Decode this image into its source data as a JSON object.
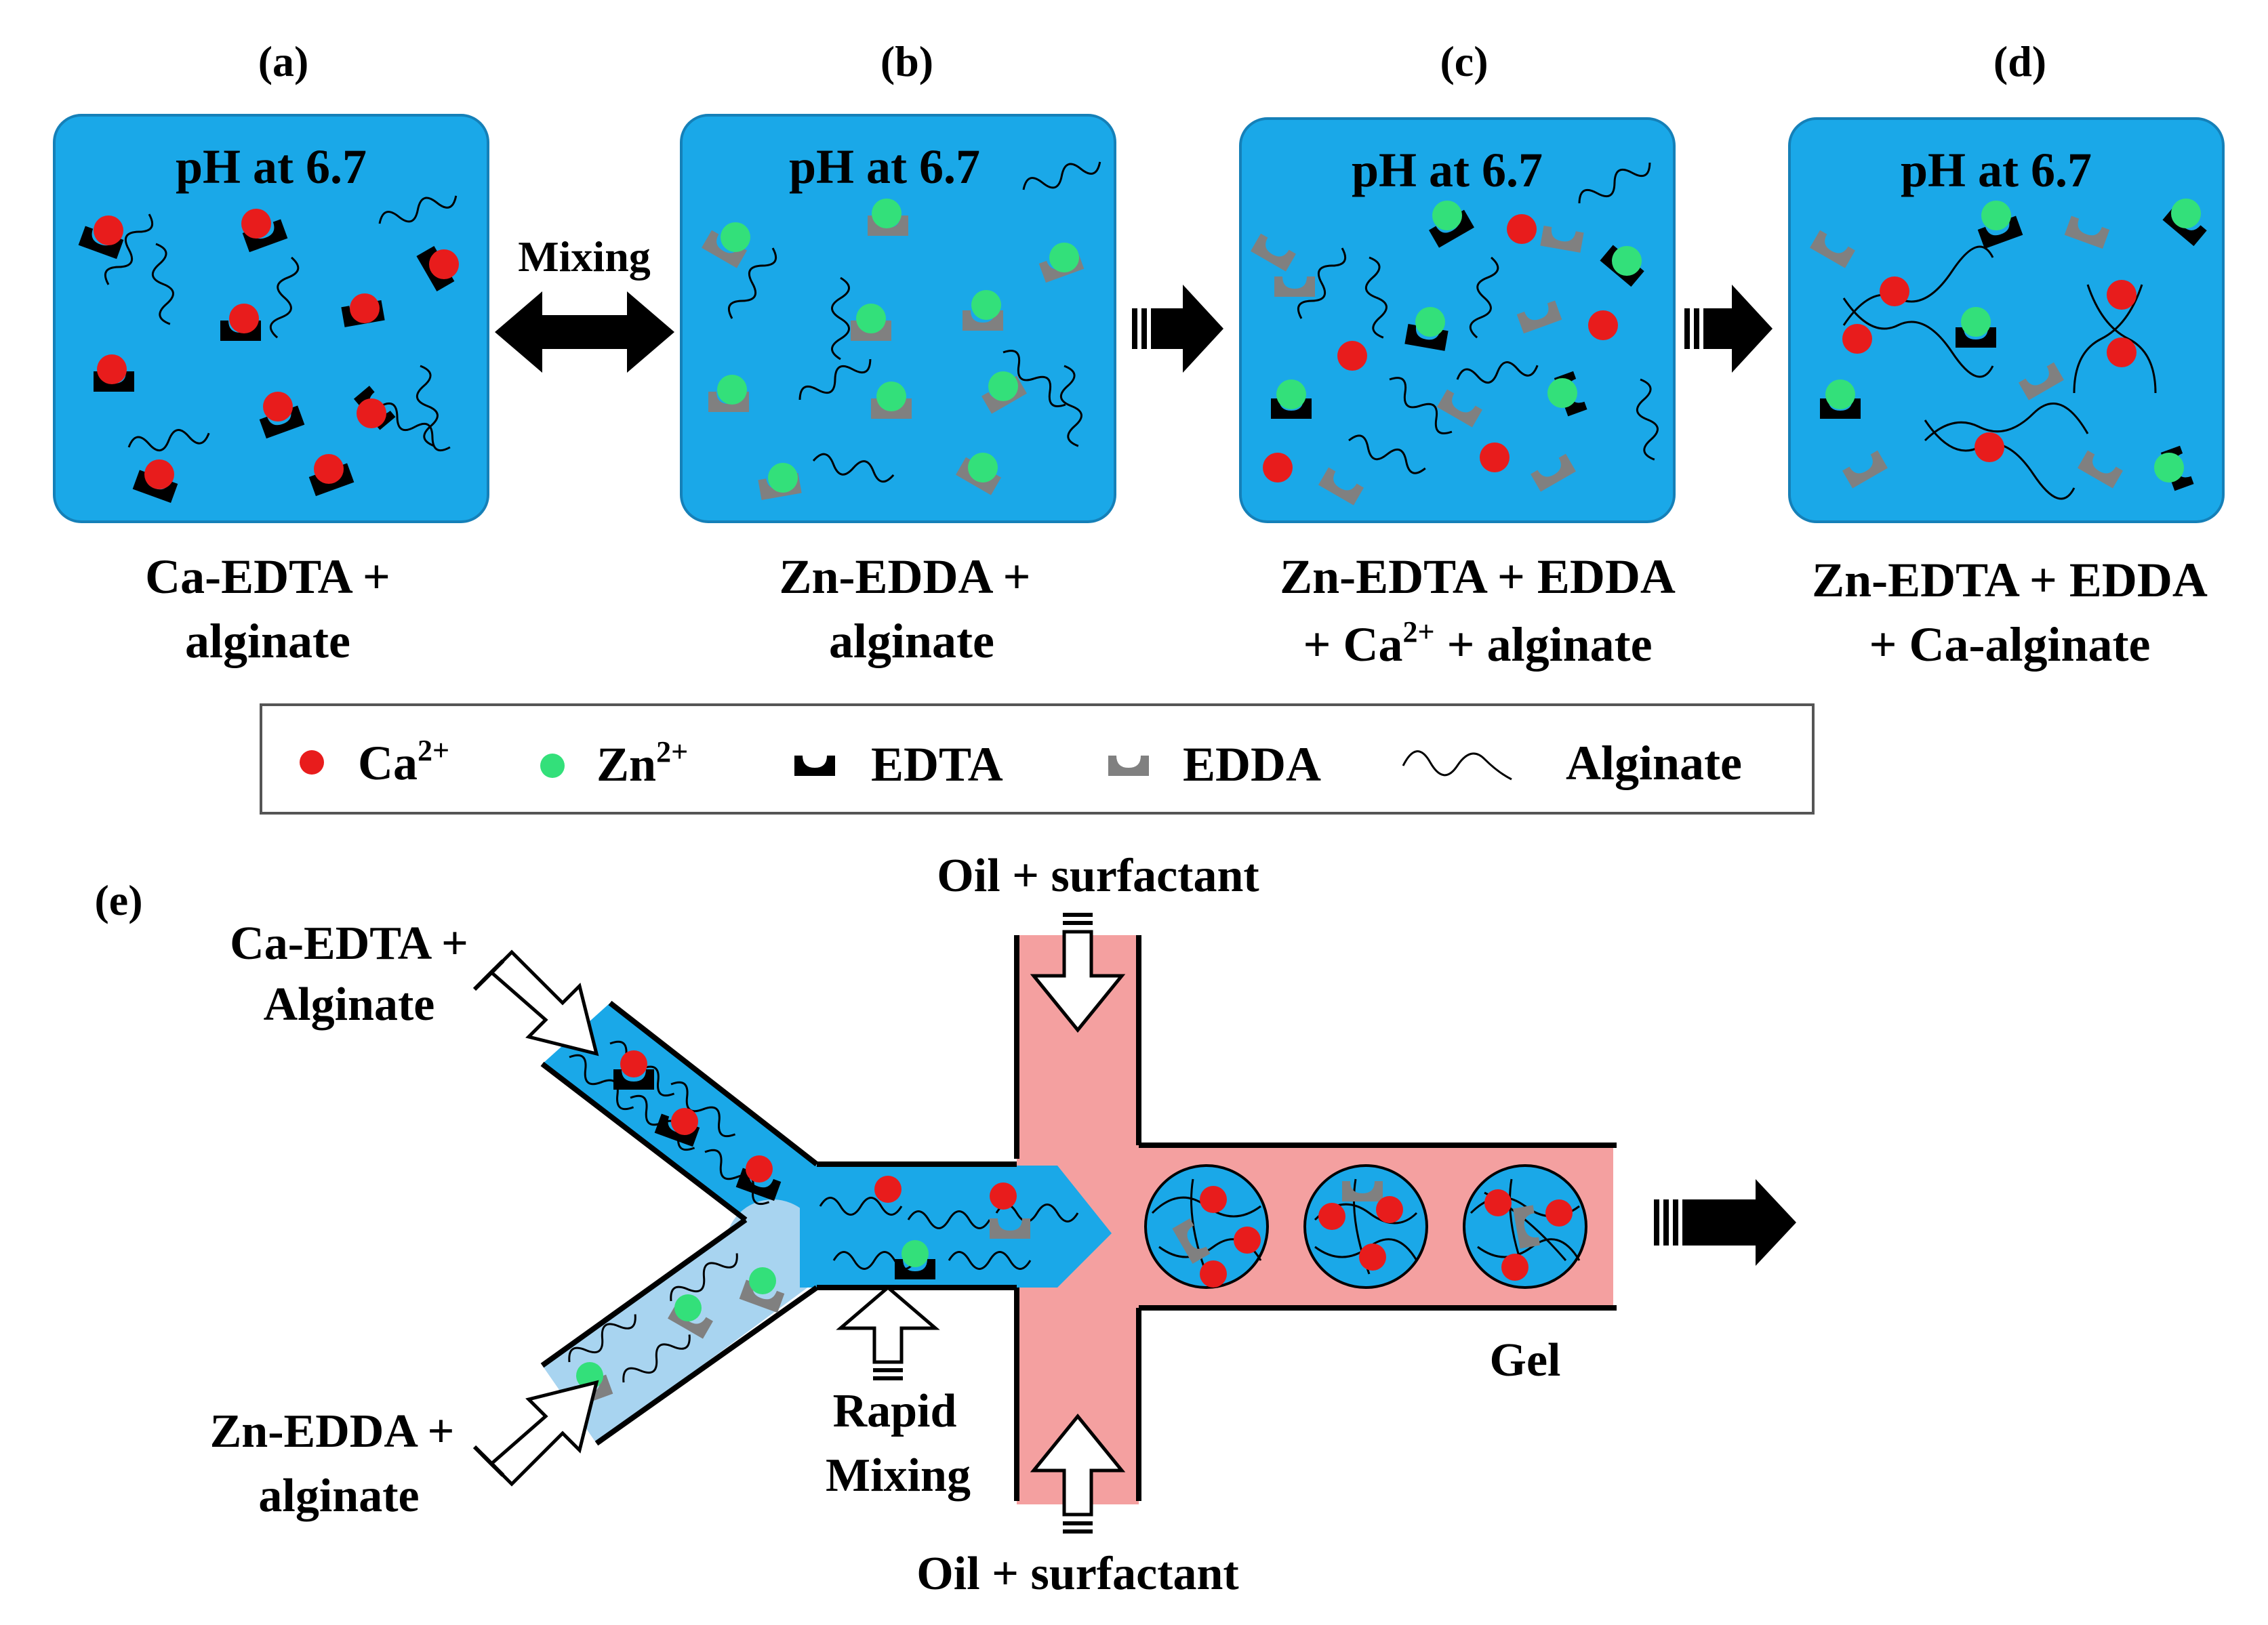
{
  "panels": [
    {
      "label": "(a)",
      "ph": "pH at 6.7",
      "caption": [
        "Ca-EDTA +",
        "alginate"
      ]
    },
    {
      "label": "(b)",
      "ph": "pH at 6.7",
      "caption": [
        "Zn-EDDA +",
        "alginate"
      ]
    },
    {
      "label": "(c)",
      "ph": "pH at 6.7",
      "caption": [
        "Zn-EDTA + EDDA",
        "+ Ca",
        " + alginate"
      ],
      "caption_sup": "2+"
    },
    {
      "label": "(d)",
      "ph": "pH at 6.7",
      "caption": [
        "Zn-EDTA + EDDA",
        "+ Ca-alginate"
      ]
    }
  ],
  "mixing_label": "Mixing",
  "legend": {
    "ca": "Ca",
    "ca_sup": "2+",
    "zn": "Zn",
    "zn_sup": "2+",
    "edta": "EDTA",
    "edda": "EDDA",
    "alginate": "Alginate"
  },
  "panel_e": {
    "label": "(e)",
    "inlet_top": [
      "Ca-EDTA +",
      "Alginate"
    ],
    "inlet_bottom": [
      "Zn-EDDA +",
      "alginate"
    ],
    "oil_top": "Oil + surfactant",
    "oil_bottom": "Oil + surfactant",
    "rapid_mixing": [
      "Rapid",
      "Mixing"
    ],
    "gel": "Gel"
  },
  "colors": {
    "water": "#1aa8e8",
    "water_light": "#a8d4f0",
    "oil": "#f4a0a0",
    "ca": "#e81c1c",
    "zn": "#33e07a",
    "edta": "#000000",
    "edda": "#808080"
  }
}
